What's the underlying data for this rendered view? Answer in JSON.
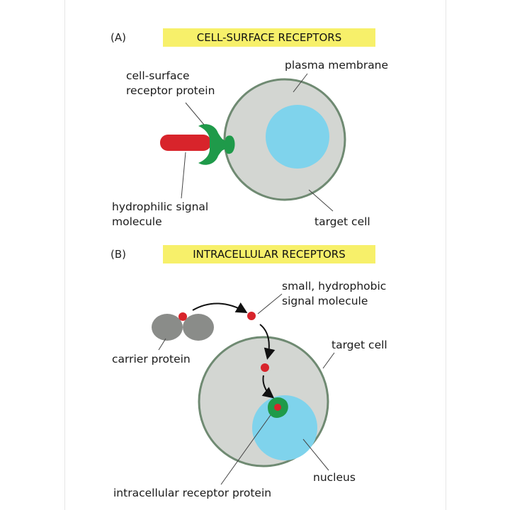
{
  "panel_a": {
    "letter": "(A)",
    "title": "CELL-SURFACE RECEPTORS",
    "labels": {
      "plasma_membrane": "plasma membrane",
      "receptor_line1": "cell-surface",
      "receptor_line2": "receptor protein",
      "signal_line1": "hydrophilic signal",
      "signal_line2": "molecule",
      "target_cell": "target cell"
    }
  },
  "panel_b": {
    "letter": "(B)",
    "title": "INTRACELLULAR RECEPTORS",
    "labels": {
      "small_line1": "small, hydrophobic",
      "small_line2": "signal molecule",
      "target_cell": "target cell",
      "carrier": "carrier protein",
      "nucleus": "nucleus",
      "intracellular_receptor": "intracellular receptor protein"
    }
  },
  "colors": {
    "cell_fill": "#d3d6d2",
    "cell_stroke": "#6f8a72",
    "nucleus": "#7fd3ec",
    "receptor": "#1f9a4a",
    "signal": "#d8242b",
    "carrier": "#8a8c89",
    "banner": "#f7f06a"
  }
}
